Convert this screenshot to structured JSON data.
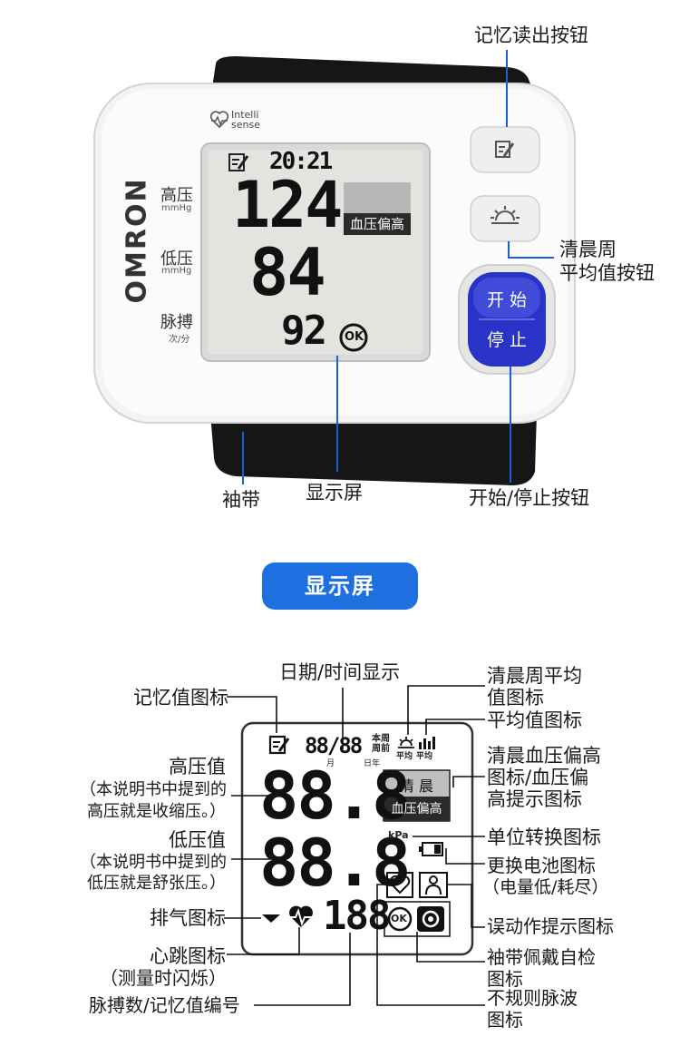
{
  "device": {
    "brand": "OMRON",
    "logo_line1": "Intelli",
    "logo_line2": "sense",
    "time": "20:21",
    "sys_label": "高压",
    "sys_unit": "mmHg",
    "dia_label": "低压",
    "dia_unit": "mmHg",
    "pulse_label": "脉搏",
    "pulse_unit": "次/分",
    "sys_value": "124",
    "dia_value": "84",
    "pulse_value": "92",
    "ok_label": "OK",
    "high_bp_badge": "血压偏高",
    "start_line1": "开 始",
    "start_line2": "停 止"
  },
  "top_callouts": {
    "memory_button": "记忆读出按钮",
    "morning_line1": "清晨周",
    "morning_line2": "平均值按钮",
    "cuff": "袖带",
    "display": "显示屏",
    "start_stop": "开始/停止按钮"
  },
  "section_title": "显示屏",
  "lcd": {
    "date_digits": "88/88",
    "this_week": "本周",
    "prev_week": "周前",
    "month": "月",
    "day_year": "日年",
    "avg1": "平均",
    "avg2": "平均",
    "sys_digits": "88.8",
    "dia_digits": "88.8",
    "pulse_digits": "188",
    "morning_badge": "清 晨",
    "high_badge": "血压偏高",
    "kpa": "kPa",
    "ok": "OK"
  },
  "bottom_callouts": {
    "datetime": "日期/时间显示",
    "memory_icon": "记忆值图标",
    "morning_avg_line1": "清晨周平均",
    "morning_avg_line2": "值图标",
    "avg_icon": "平均值图标",
    "morning_bp_line1": "清晨血压偏高",
    "morning_bp_line2": "图标/血压偏",
    "morning_bp_line3": "高提示图标",
    "sys_title": "高压值",
    "sys_note1": "（本说明书中提到的",
    "sys_note2": "高压就是收缩压。）",
    "unit_icon": "单位转换图标",
    "dia_title": "低压值",
    "dia_note1": "（本说明书中提到的",
    "dia_note2": "低压就是舒张压。）",
    "battery_line1": "更换电池图标",
    "battery_line2": "（电量低/耗尽）",
    "exhaust_icon": "排气图标",
    "motion_icon": "误动作提示图标",
    "heart_line1": "心跳图标",
    "heart_line2": "（测量时闪烁）",
    "cuff_check_line1": "袖带佩戴自检",
    "cuff_check_line2": "图标",
    "pulse_memory": "脉搏数/记忆值编号",
    "irregular_line1": "不规则脉波",
    "irregular_line2": "图标"
  }
}
